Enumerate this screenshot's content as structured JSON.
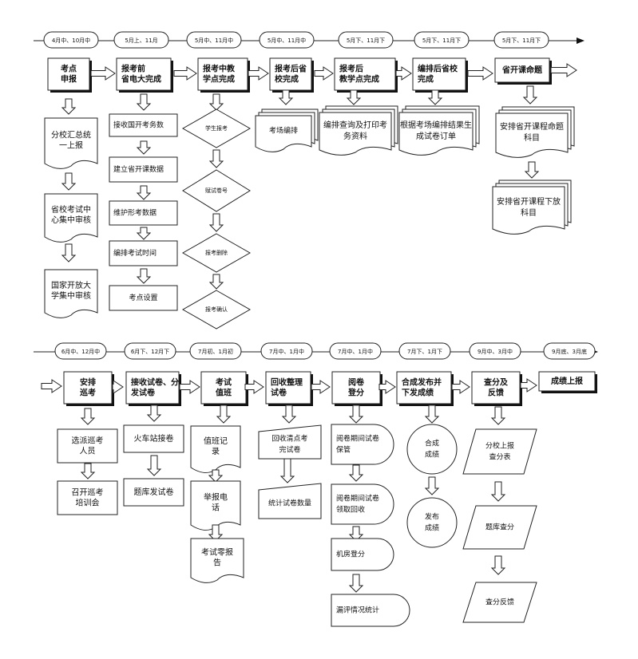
{
  "row1": {
    "timeline": [
      "4月中、10月中",
      "5月上、11月",
      "5月中、11月中",
      "5月中、11月中",
      "5月下、11月下",
      "5月下、11月下",
      "5月下、11月下"
    ],
    "stages": [
      {
        "title": [
          "考点",
          "申报"
        ],
        "steps": [
          "分校汇总统一上报",
          "省校考试中心集中审核",
          "国家开放大学集中审核"
        ]
      },
      {
        "title": [
          "报考前",
          "省电大完成"
        ],
        "steps": [
          "接收国开考务数",
          "建立省开课数据",
          "维护形考数据",
          "编排考试时间",
          "考点设置"
        ]
      },
      {
        "title": [
          "报考中教",
          "学点完成"
        ],
        "steps": [
          "学生报考",
          "赋试卷号",
          "报考删除",
          "报考确认"
        ]
      },
      {
        "title": [
          "报考后省",
          "校完成"
        ],
        "steps": [
          "考场编排"
        ]
      },
      {
        "title": [
          "报考后",
          "教学点完成"
        ],
        "steps": [
          "编排查询及打印考务资料"
        ]
      },
      {
        "title": [
          "编排后省校",
          "完成"
        ],
        "steps": [
          "根据考场编排结果生成试卷订单"
        ]
      },
      {
        "title": [
          "省开课命题"
        ],
        "steps": [
          "安排省开课程命题科目",
          "安排省开课程下放科目"
        ]
      }
    ]
  },
  "row2": {
    "timeline": [
      "6月中、12月中",
      "6月下、12月下",
      "7月初、1月初",
      "7月中、1月中",
      "7月中、1月中",
      "7月下、1月下",
      "9月中、3月中",
      "9月底、3月底"
    ],
    "stages": [
      {
        "title": [
          "安排",
          "巡考"
        ],
        "steps": [
          "选派巡考人员",
          "召开巡考培训会"
        ]
      },
      {
        "title": [
          "接收试卷、分",
          "发试卷"
        ],
        "steps": [
          "火车站接卷",
          "题库发试卷"
        ]
      },
      {
        "title": [
          "考试",
          "值班"
        ],
        "steps": [
          "值班记录",
          "举报电话",
          "考试零报告"
        ]
      },
      {
        "title": [
          "回收整理",
          "试卷"
        ],
        "steps": [
          "回收清点考完试卷",
          "统计试卷数量"
        ]
      },
      {
        "title": [
          "阅卷",
          "登分"
        ],
        "steps": [
          "阅卷期间试卷保管",
          "阅卷期间试卷领取回收",
          "机房登分",
          "漏评情况统计"
        ]
      },
      {
        "title": [
          "合成发布并",
          "下发成绩"
        ],
        "steps": [
          "合成成绩",
          "发布成绩"
        ]
      },
      {
        "title": [
          "查分及",
          "反馈"
        ],
        "steps": [
          "分校上报查分表",
          "题库查分",
          "查分反馈"
        ]
      },
      {
        "title": [
          "成绩上报"
        ],
        "steps": []
      }
    ]
  }
}
